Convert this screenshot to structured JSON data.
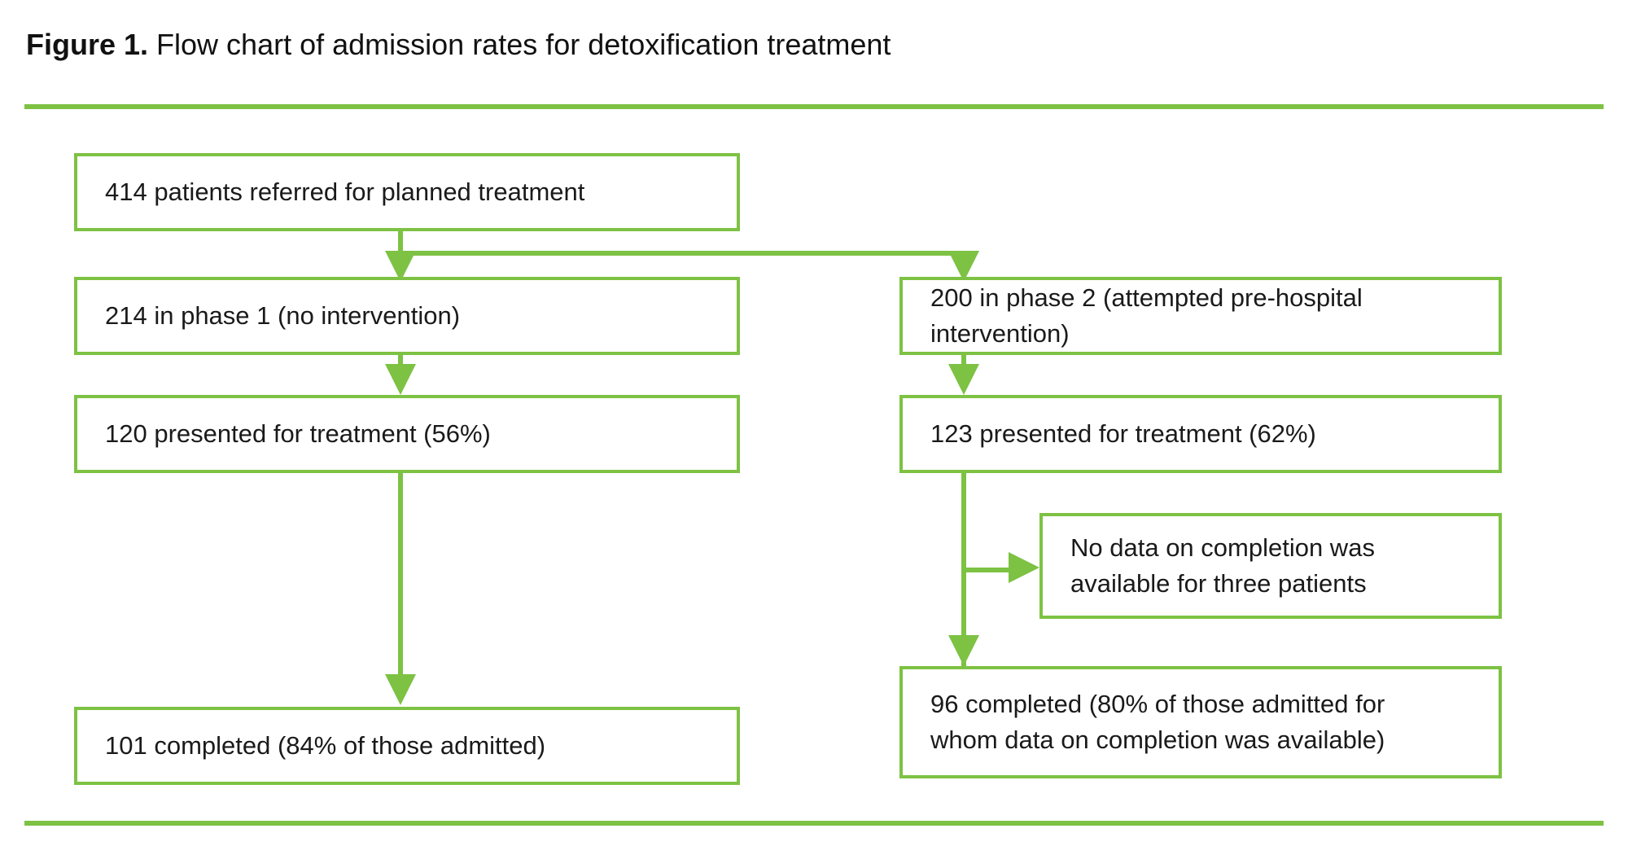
{
  "figure": {
    "label": "Figure 1.",
    "title": "Flow chart of admission rates for detoxification treatment"
  },
  "colors": {
    "accent_green": "#7DC243",
    "text": "#1a1a1a",
    "background": "#ffffff"
  },
  "chart_data": {
    "type": "diagram",
    "diagram_type": "flow-chart",
    "title": "Flow chart of admission rates for detoxification treatment",
    "nodes": [
      {
        "id": "referred",
        "label": "414 patients referred for planned treatment",
        "value": 414
      },
      {
        "id": "phase1",
        "label": "214 in phase 1 (no intervention)",
        "value": 214
      },
      {
        "id": "phase2",
        "label": "200 in phase 2 (attempted pre-hospital intervention)",
        "value": 200
      },
      {
        "id": "presented1",
        "label": "120 presented for treatment (56%)",
        "value": 120,
        "percent": 56
      },
      {
        "id": "presented2",
        "label": "123 presented for treatment (62%)",
        "value": 123,
        "percent": 62
      },
      {
        "id": "nodata",
        "label": "No data on completion was\navailable for three patients",
        "value": 3
      },
      {
        "id": "completed1",
        "label": "101 completed (84% of those admitted)",
        "value": 101,
        "percent": 84
      },
      {
        "id": "completed2",
        "label": "96 completed (80% of those admitted for\nwhom data on completion was available)",
        "value": 96,
        "percent": 80
      }
    ],
    "edges": [
      {
        "from": "referred",
        "to": "phase1"
      },
      {
        "from": "referred",
        "to": "phase2"
      },
      {
        "from": "phase1",
        "to": "presented1"
      },
      {
        "from": "phase2",
        "to": "presented2"
      },
      {
        "from": "presented1",
        "to": "completed1"
      },
      {
        "from": "presented2",
        "to": "nodata"
      },
      {
        "from": "presented2",
        "to": "completed2"
      }
    ]
  },
  "boxes": {
    "referred": "414 patients referred for planned treatment",
    "phase1": "214 in phase 1 (no intervention)",
    "phase2": "200 in phase 2 (attempted pre-hospital intervention)",
    "presented1": "120 presented for treatment (56%)",
    "presented2": "123 presented for treatment (62%)",
    "nodata": "No data on completion was\navailable for three patients",
    "completed1": "101 completed (84% of those admitted)",
    "completed2": "96 completed (80% of those admitted for\nwhom data on completion was available)"
  }
}
